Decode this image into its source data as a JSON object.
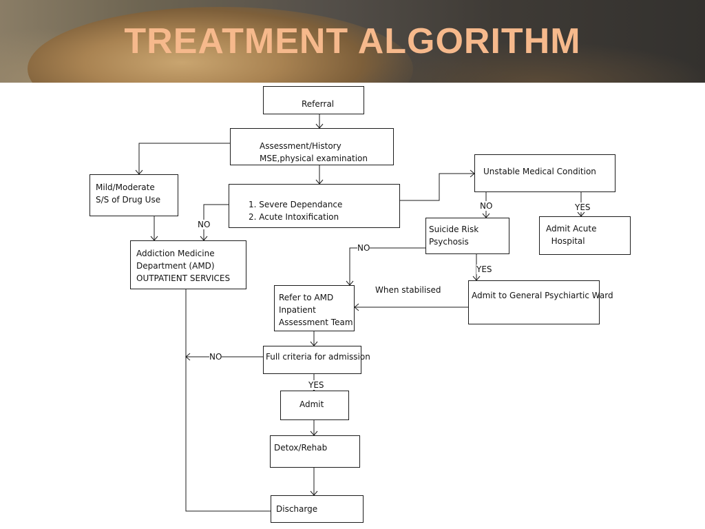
{
  "slide": {
    "title": "TREATMENT ALGORITHM"
  },
  "flowchart": {
    "nodes": {
      "referral": {
        "lines": [
          "Referral"
        ]
      },
      "assessment": {
        "lines": [
          "Assessment/History",
          "MSE,physical examination"
        ]
      },
      "mild": {
        "lines": [
          "Mild/Moderate",
          "S/S of Drug Use"
        ]
      },
      "severe": {
        "lines": [
          "1. Severe Dependance",
          "2. Acute Intoxification"
        ]
      },
      "unstable": {
        "lines": [
          "Unstable Medical Condition"
        ]
      },
      "suicide": {
        "lines": [
          "Suicide Risk",
          "Psychosis"
        ]
      },
      "admit_acute": {
        "lines": [
          "Admit Acute",
          "  Hospital"
        ]
      },
      "amd": {
        "lines": [
          "Addiction Medicine",
          "Department (AMD)",
          "OUTPATIENT SERVICES"
        ]
      },
      "refer": {
        "lines": [
          "Refer to AMD",
          "Inpatient",
          "Assessment Team"
        ]
      },
      "ward": {
        "lines": [
          "Admit to General Psychiartic Ward"
        ]
      },
      "criteria": {
        "lines": [
          "Full criteria for admission"
        ]
      },
      "admit": {
        "lines": [
          "Admit"
        ]
      },
      "detox": {
        "lines": [
          "Detox/Rehab"
        ]
      },
      "discharge": {
        "lines": [
          "Discharge"
        ]
      }
    },
    "edge_labels": {
      "severe_no": "NO",
      "unstable_no": "NO",
      "unstable_yes": "YES",
      "suicide_no": "NO",
      "suicide_yes": "YES",
      "when_stabilised": "When stabilised",
      "criteria_no": "NO",
      "criteria_yes": "YES"
    }
  }
}
